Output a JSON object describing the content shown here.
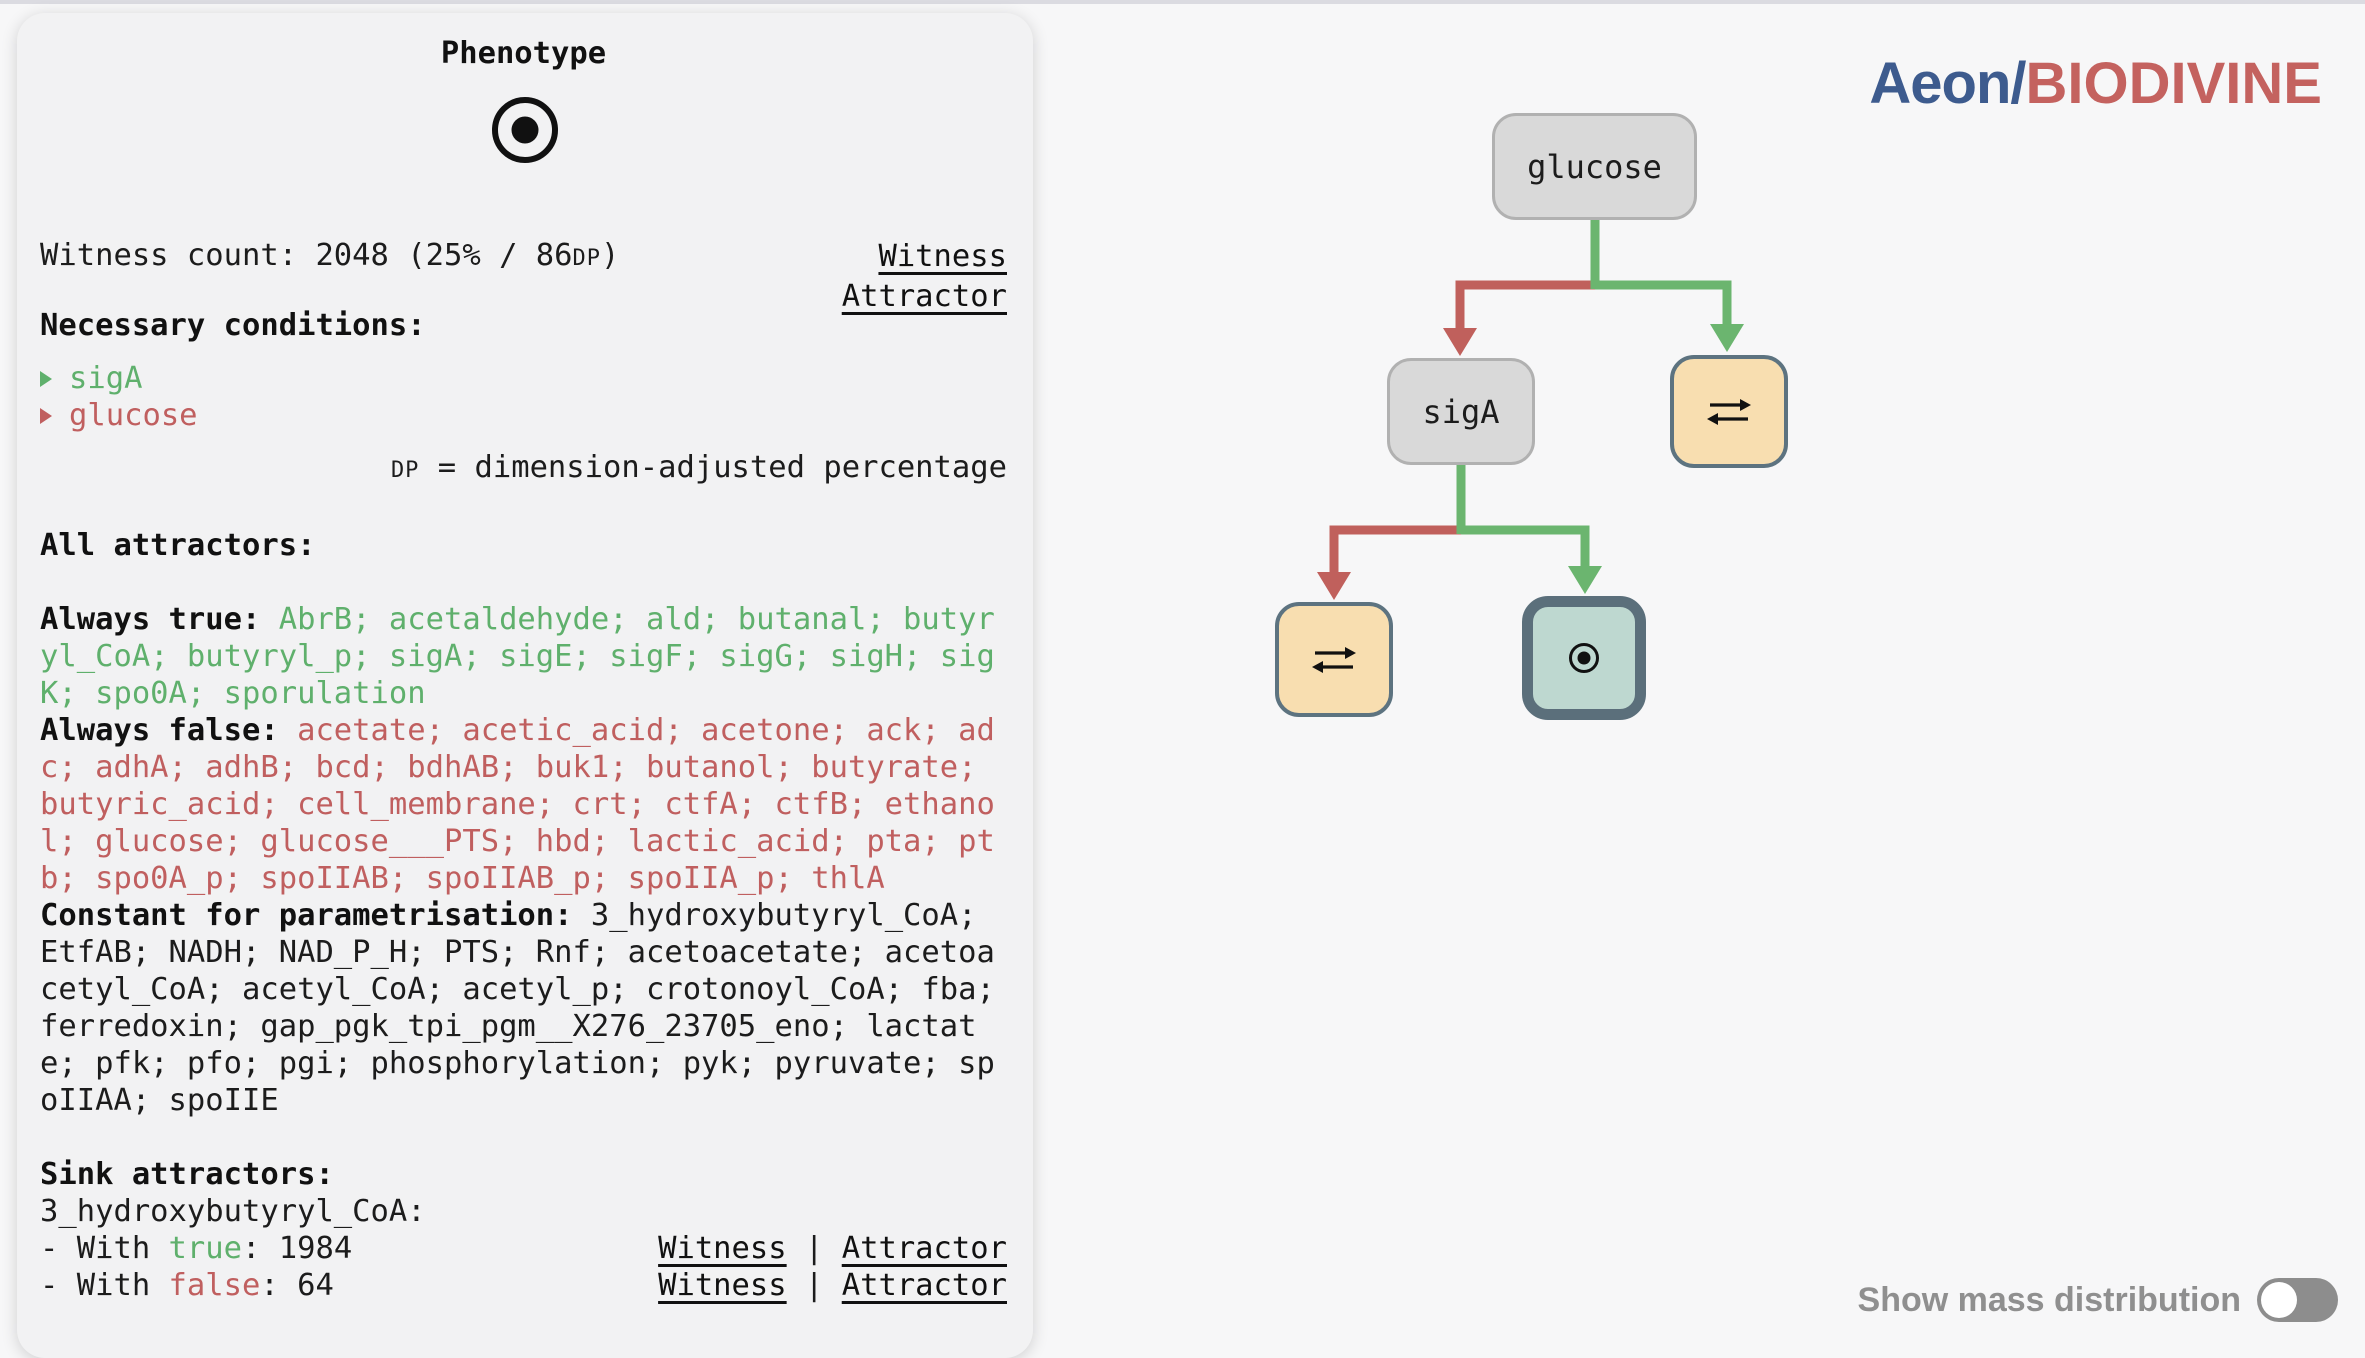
{
  "logo": {
    "part1": "Aeon/",
    "part2": "BIODIVINE",
    "color1": "#3d5b8e",
    "color2": "#c4625f"
  },
  "panel": {
    "title": "Phenotype",
    "phenotype_icon": "target-circle-dot-icon",
    "witness_line": {
      "pre": "Witness count: 2048 (25% / 86",
      "dp": "DP",
      "post": ")"
    },
    "witness_count": 2048,
    "witness_percent": "25%",
    "witness_dp": 86,
    "links": {
      "witness": "Witness",
      "attractor": "Attractor"
    },
    "necessary_title": "Necessary conditions:",
    "conditions": [
      {
        "label": "sigA",
        "color": "#5fb06c"
      },
      {
        "label": "glucose",
        "color": "#c05f5f"
      }
    ],
    "dp_note": {
      "dp": "DP",
      "rest": " = dimension-adjusted percentage"
    },
    "all_attractors_title": "All attractors:",
    "always_true": {
      "label": "Always true: ",
      "value": "AbrB; acetaldehyde; ald; butanal; butyryl_CoA; butyryl_p; sigA; sigE; sigF; sigG; sigH; sigK; spo0A; sporulation"
    },
    "always_false": {
      "label": "Always false: ",
      "value": "acetate; acetic_acid; acetone; ack; adc; adhA; adhB; bcd; bdhAB; buk1; butanol; butyrate; butyric_acid; cell_membrane; crt; ctfA; ctfB; ethanol; glucose; glucose___PTS; hbd; lactic_acid; pta; ptb; spo0A_p; spoIIAB; spoIIAB_p; spoIIA_p; thlA"
    },
    "constant": {
      "label": "Constant for parametrisation: ",
      "value": "3_hydroxybutyryl_CoA; EtfAB; NADH; NAD_P_H; PTS; Rnf; acetoacetate; acetoacetyl_CoA; acetyl_CoA; acetyl_p; crotonoyl_CoA; fba; ferredoxin; gap_pgk_tpi_pgm__X276_23705_eno; lactate; pfk; pfo; pgi; phosphorylation; pyk; pyruvate; spoIIAA; spoIIE"
    },
    "sink_title": "Sink attractors:",
    "sink_variable": "3_hydroxybutyryl_CoA:",
    "sink_rows": [
      {
        "prefix": "- With ",
        "word": "true",
        "suffix": ": 1984",
        "count": 1984,
        "witness": "Witness",
        "sep": " | ",
        "attractor": "Attractor"
      },
      {
        "prefix": "- With ",
        "word": "false",
        "suffix": ": 64",
        "count": 64,
        "witness": "Witness",
        "sep": " | ",
        "attractor": "Attractor"
      }
    ]
  },
  "tree": {
    "root": {
      "label": "glucose",
      "type": "decision"
    },
    "left_child": {
      "label": "sigA",
      "type": "decision"
    },
    "right_child": {
      "icon": "mixed-attractor-swap-arrows-icon",
      "type": "mixed"
    },
    "left_grandchild": {
      "icon": "mixed-attractor-swap-arrows-icon",
      "type": "mixed"
    },
    "right_grandchild": {
      "icon": "sink-attractor-circle-dot-icon",
      "type": "sink",
      "selected": true
    },
    "edge_colors": {
      "negative": "#c0605c",
      "positive": "#6bb56f"
    },
    "node_colors": {
      "decision": "#d9d9d9",
      "mixed": "#f8deb0",
      "sink": "#bed8d0",
      "selected_border": "#5b6f7b"
    }
  },
  "footer": {
    "toggle_label": "Show mass distribution",
    "toggle_state": "off"
  },
  "colors": {
    "text_green": "#5fb06c",
    "text_red": "#c05f5f",
    "card_bg": "#f2f2f3",
    "page_bg": "#f7f7f8"
  }
}
